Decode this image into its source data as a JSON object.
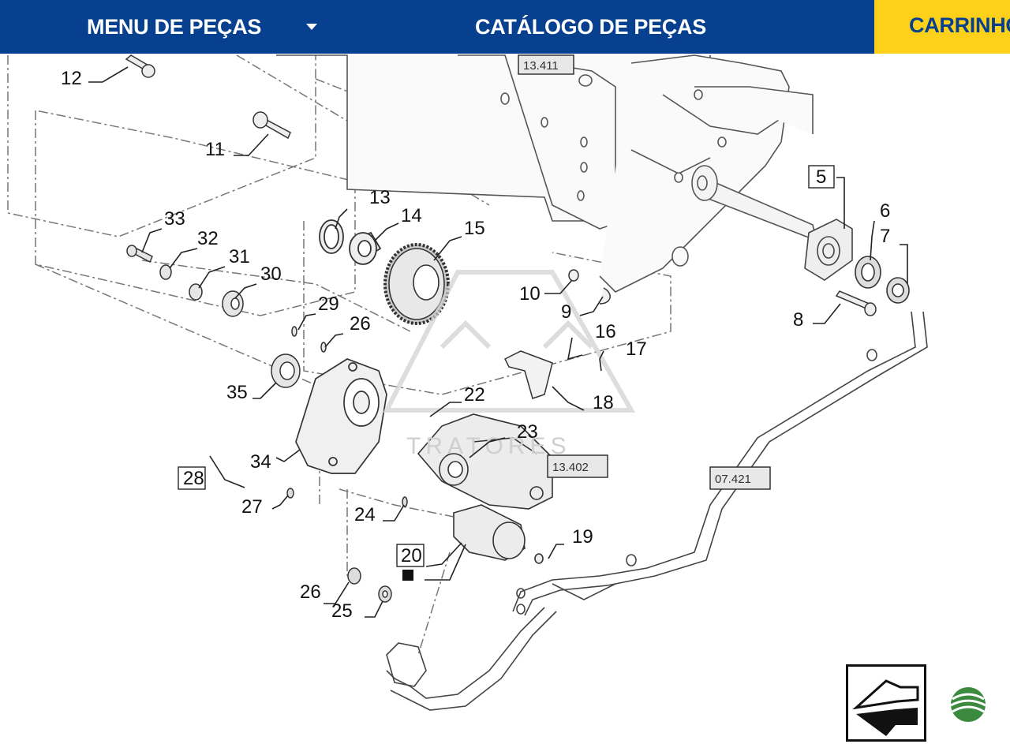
{
  "nav": {
    "menu_label": "MENU DE PEÇAS",
    "catalog_label": "CATÁLOGO DE PEÇAS",
    "cart_label": "CARRINHO"
  },
  "colors": {
    "nav_background": "#07408e",
    "cart_background": "#fdd11a",
    "nav_text": "#ffffff",
    "logo_green": "#3b8a3e"
  },
  "diagram": {
    "part_numbers": [
      "12",
      "11",
      "13",
      "14",
      "15",
      "33",
      "32",
      "31",
      "30",
      "29",
      "26",
      "35",
      "34",
      "28",
      "27",
      "24",
      "22",
      "23",
      "10",
      "9",
      "16",
      "17",
      "18",
      "5",
      "6",
      "7",
      "8",
      "19",
      "20",
      "26",
      "25"
    ],
    "reference_boxes": [
      "13.411",
      "13.402",
      "07.421"
    ],
    "watermark": "TRATORES"
  },
  "icons": {
    "menu_caret": "chevron-down-icon",
    "back": "back-arrow-icon",
    "logo": "brand-logo-icon"
  }
}
